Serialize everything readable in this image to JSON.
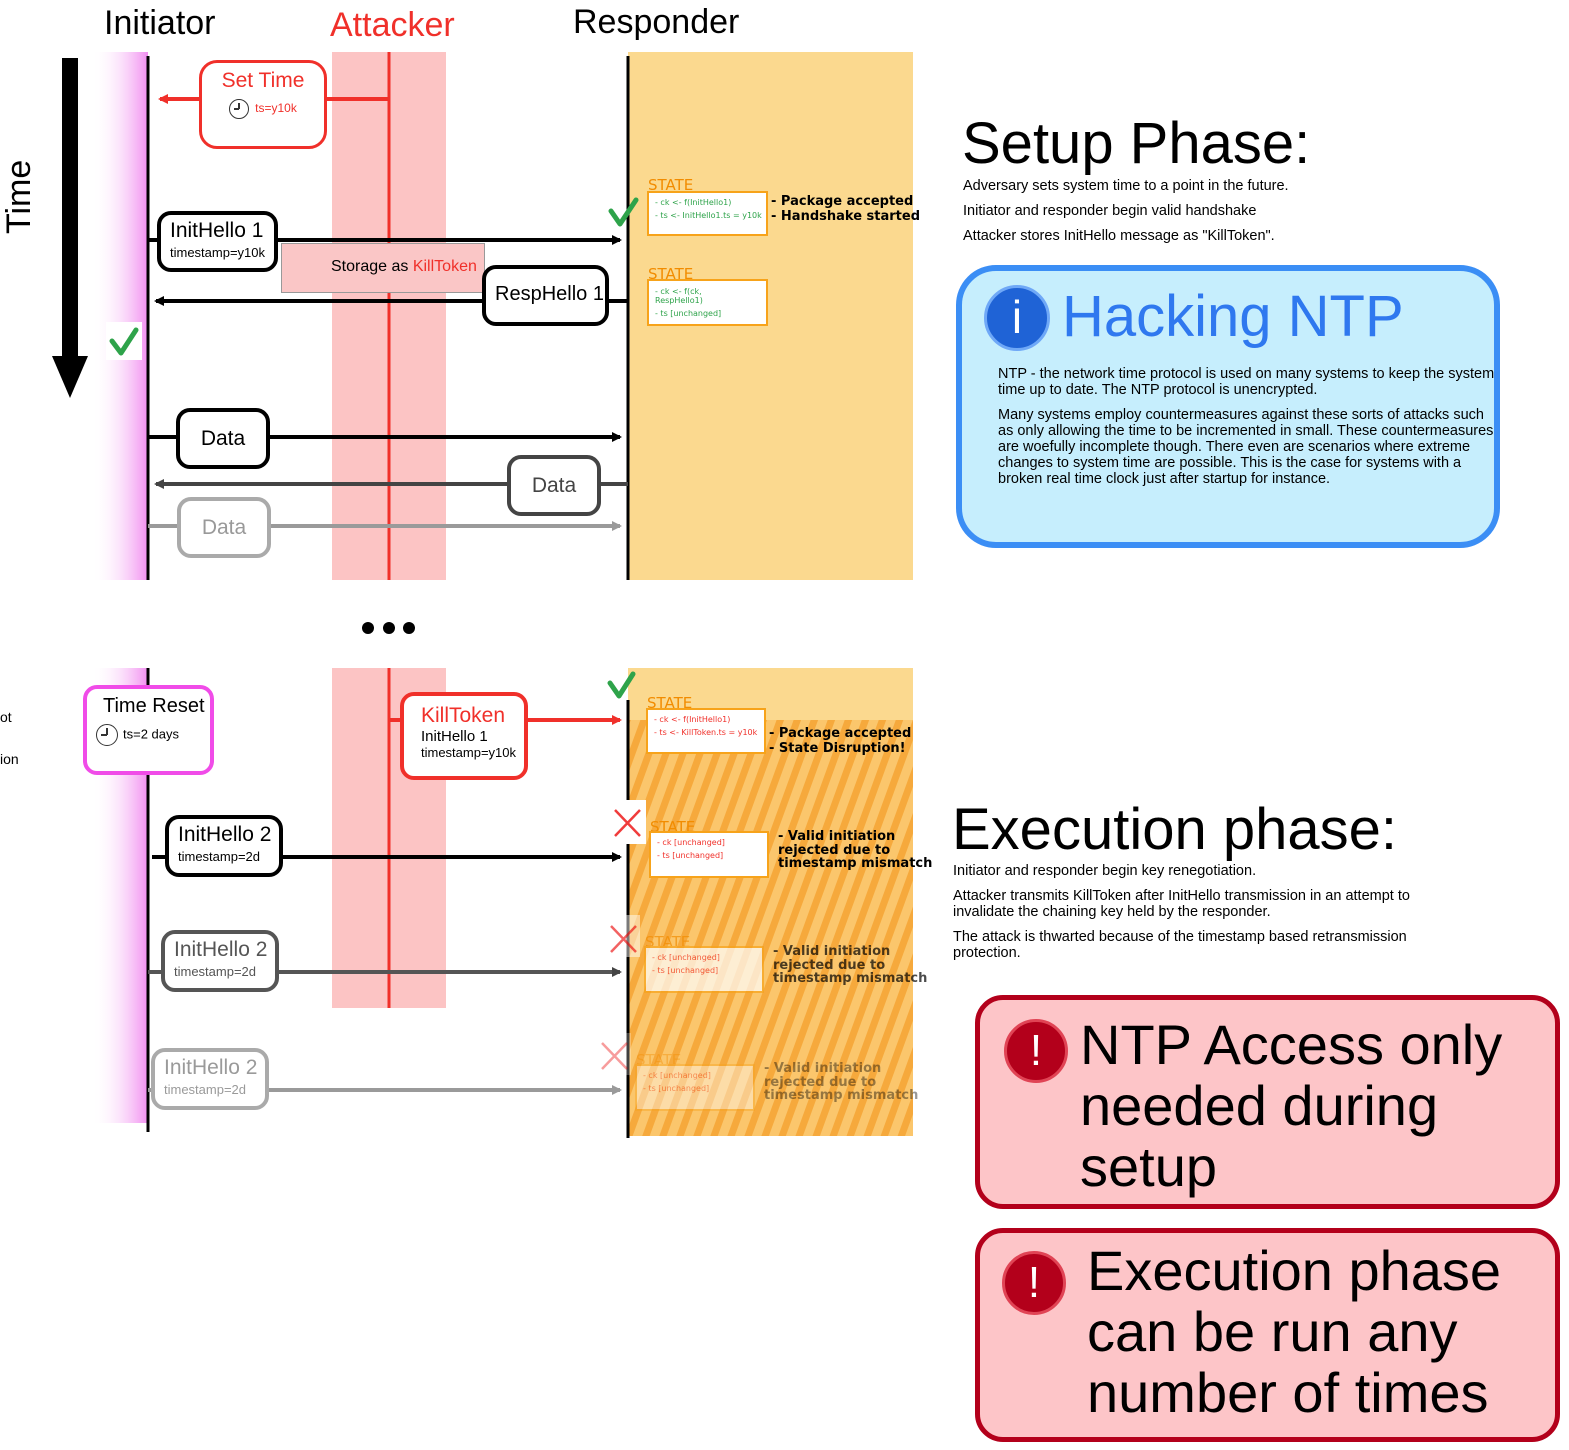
{
  "lanes": {
    "initiator": "Initiator",
    "attacker": "Attacker",
    "responder": "Responder",
    "time_axis": "Time"
  },
  "setup": {
    "set_time": {
      "title": "Set Time",
      "sub": "ts=y10k"
    },
    "init_hello_1": {
      "title": "InitHello 1",
      "sub": "timestamp=y10k"
    },
    "storage": {
      "prefix": "Storage as ",
      "token": "KillToken"
    },
    "resp_hello_1": {
      "title": "RespHello 1"
    },
    "data_1": "Data",
    "data_2": "Data",
    "data_3": "Data",
    "state_1": {
      "label": "STATE",
      "lines": [
        "- ck <- f(InitHello1)",
        "- ts <- InitHello1.ts = y10k"
      ],
      "notes": [
        "- Package accepted",
        "- Handshake started"
      ]
    },
    "state_2": {
      "label": "STATE",
      "lines": [
        "- ck <- f(ck,",
        "RespHello1)",
        "- ts [unchanged]"
      ]
    }
  },
  "ellipsis": "•••",
  "execution": {
    "time_reset": {
      "title": "Time Reset",
      "sub": "ts=2 days"
    },
    "kill_token": {
      "title": "KillToken",
      "line1": "InitHello 1",
      "line2": "timestamp=y10k"
    },
    "init_hello_2a": {
      "title": "InitHello 2",
      "sub": "timestamp=2d"
    },
    "init_hello_2b": {
      "title": "InitHello 2",
      "sub": "timestamp=2d"
    },
    "init_hello_2c": {
      "title": "InitHello 2",
      "sub": "timestamp=2d"
    },
    "state_3": {
      "label": "STATE",
      "lines": [
        "- ck <- f(InitHello1)",
        "- ts <- KillToken.ts = y10k"
      ],
      "notes": [
        "- Package accepted",
        "- State Disruption!"
      ]
    },
    "state_4": {
      "label": "STATE",
      "lines": [
        "- ck [unchanged]",
        "- ts [unchanged]"
      ],
      "notes": [
        "- Valid initiation",
        "rejected due to",
        "timestamp mismatch"
      ]
    },
    "state_5": {
      "label": "STATE",
      "lines": [
        "- ck [unchanged]",
        "- ts [unchanged]"
      ],
      "notes": [
        "- Valid initiation",
        "rejected due to",
        "timestamp mismatch"
      ]
    },
    "state_6": {
      "label": "STATE",
      "lines": [
        "- ck [unchanged]",
        "- ts [unchanged]"
      ],
      "notes": [
        "- Valid initiation",
        "rejected due to",
        "timestamp mismatch"
      ]
    }
  },
  "left_fragments": [
    "ot",
    "ion"
  ],
  "setup_phase": {
    "title": "Setup Phase:",
    "lines": [
      "Adversary sets system time to a point in the future.",
      "Initiator and responder begin valid handshake",
      "Attacker stores InitHello message as \"KillToken\"."
    ]
  },
  "info": {
    "icon": "i",
    "title": "Hacking NTP",
    "para1": "NTP - the network time protocol is used on many systems to keep the system time up to date. The NTP protocol is unencrypted.",
    "para2": "Many systems employ countermeasures against these sorts of attacks such as only allowing the time to be incremented in small. These countermeasures are woefully incomplete though. There even are scenarios where extreme changes to system time are possible. This is the case for systems with a broken real time clock just after startup for instance."
  },
  "execution_phase": {
    "title": "Execution phase:",
    "lines": [
      "Initiator and responder begin key renegotiation.",
      "Attacker transmits KillToken after InitHello transmission in an attempt to invalidate the chaining key held by the responder.",
      "The attack is thwarted because of the timestamp based retransmission protection."
    ]
  },
  "warnings": [
    {
      "icon": "!",
      "text": [
        "NTP Access only",
        "needed during",
        "setup"
      ]
    },
    {
      "icon": "!",
      "text": [
        "Execution phase",
        "can be run any",
        "number of times"
      ]
    }
  ],
  "colors": {
    "attacker_red": "#f0302a",
    "attacker_lane": "#fcc4c4",
    "responder_lane": "#fbd98f",
    "initiator_lane": "#f3a6ef",
    "state_orange": "#f28c00",
    "check_green": "#2ea34a",
    "info_blue": "#3b8ef5",
    "warn_red": "#b3001b"
  }
}
